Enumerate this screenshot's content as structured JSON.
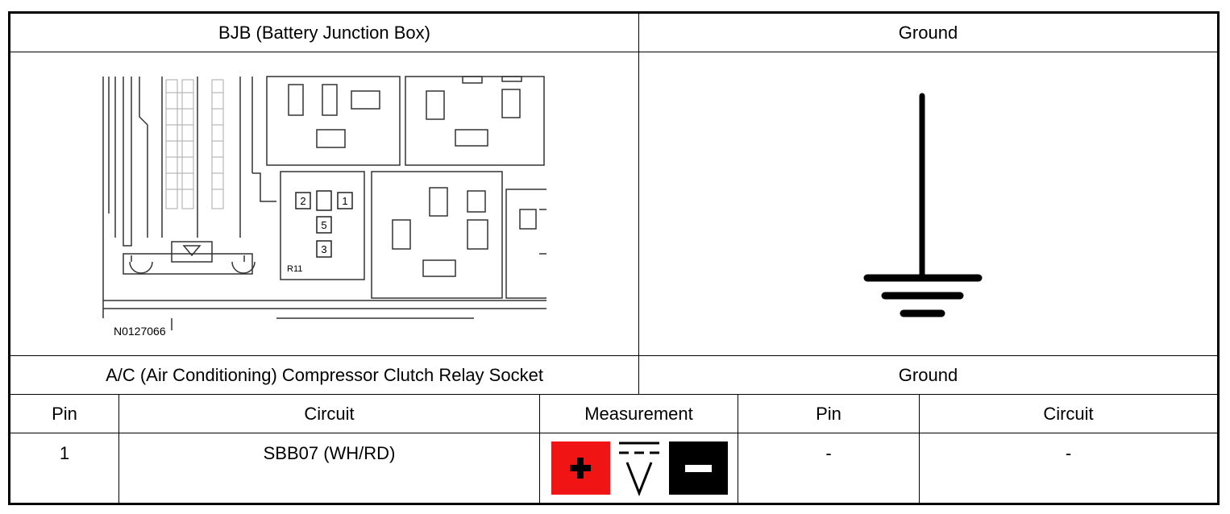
{
  "table": {
    "header_left": "BJB (Battery Junction Box)",
    "header_right": "Ground",
    "connector_left": "A/C (Air Conditioning) Compressor Clutch Relay Socket",
    "connector_right": "Ground",
    "columns": {
      "pin_left": "Pin",
      "circuit_left": "Circuit",
      "measurement": "Measurement",
      "pin_right": "Pin",
      "circuit_right": "Circuit"
    },
    "row": {
      "pin_left": "1",
      "circuit_left": "SBB07 (WH/RD)",
      "pin_right": "-",
      "circuit_right": "-"
    }
  },
  "diagram": {
    "figure_id": "N0127066",
    "relay_label": "R11",
    "pins": [
      "2",
      "1",
      "5",
      "3"
    ]
  },
  "measurement_icons": {
    "positive": "positive-probe-icon",
    "dc_voltage": "dc-voltage-icon",
    "negative": "negative-probe-icon"
  },
  "colors": {
    "positive": "#f01414",
    "negative": "#000000"
  }
}
